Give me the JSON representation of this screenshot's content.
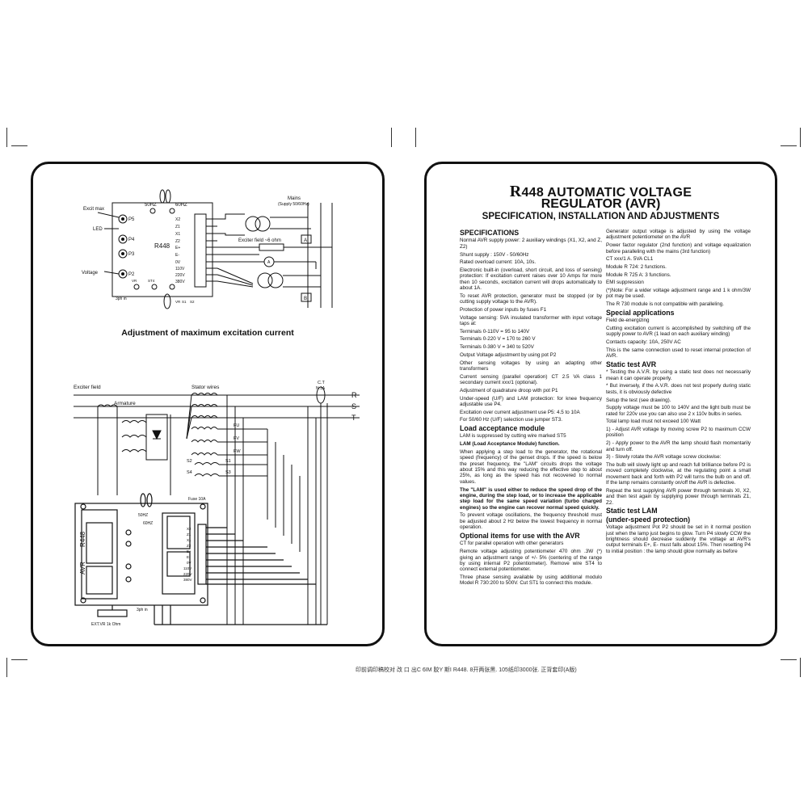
{
  "diagram_top": {
    "labels": {
      "excit_max": "Excit max",
      "led": "LED",
      "voltage": "Voltage",
      "hz50": "50HZ",
      "hz60": "60HZ",
      "model": "R448",
      "p5": "P5",
      "p4": "P4",
      "p3": "P3",
      "p2": "P2",
      "mains": "Mains",
      "supply": "(Supply 50/60Hz)",
      "exciter_field": "Exciter field ~6 ohm",
      "a_box": "A",
      "a_meter": "A",
      "b_box": "B",
      "ph3": "3ph in",
      "bottom_pins": [
        "VR",
        "ST4",
        "VR",
        "S1",
        "S2"
      ],
      "terminals": [
        "X2",
        "Z1",
        "X1",
        "Z2",
        "E+",
        "E-",
        "0V",
        "110V",
        "220V",
        "380V"
      ]
    },
    "caption": "Adjustment of maximum excitation current"
  },
  "diagram_bottom": {
    "labels": {
      "exciter_field": "Exciter field",
      "armature": "Armature",
      "stator_wires": "Stator wires",
      "ct": "C.T",
      "ct_ratio": "N:1A",
      "r": "R",
      "s": "S",
      "t": "T",
      "fu": "FU",
      "fv": "FV",
      "fw": "FW",
      "s2": "S2",
      "s1": "S1",
      "s4": "S4",
      "s3": "S3",
      "fuse": "Fuse 10A",
      "avr": "AVR",
      "model": "R448",
      "hz50": "50HZ",
      "hz60": "60HZ",
      "ph3": "3ph in",
      "ext_vr": "EXT.VR 1k Ohm",
      "terminals": [
        "X2",
        "Z1",
        "X1",
        "Z2",
        "E+",
        "E-",
        "0V",
        "110V",
        "220V",
        "380V"
      ]
    }
  },
  "doc": {
    "title_prefix": "R",
    "title_main": "448  AUTOMATIC VOLTAGE",
    "title_line2": "REGULATOR (AVR)",
    "subtitle": "SPECIFICATION, INSTALLATION AND ADJUSTMENTS",
    "col1": [
      {
        "h": "SPECIFICATIONS"
      },
      {
        "p": "Normal AVR supply power: 2 auxiliary windings (X1, X2, and Z, Z2)"
      },
      {
        "p": "Shunt supply : 150V - 50/60Hz"
      },
      {
        "p": "Rated overload current: 10A, 10s."
      },
      {
        "p": "Electronic built-in (overload, short circuit, and loss of sensing) protection: If excitation current raises over 10 Amps for more then 10 seconds, excitation current will drops automatically to about 1A."
      },
      {
        "p": "To reset AVR protection, generator must be stopped (or by cutting supply voltage to the AVR)."
      },
      {
        "p": "Protection of power inputs by fuses F1"
      },
      {
        "p": "Voltage sensing: 5VA insulated transformer with input voltage taps at:"
      },
      {
        "p": "Terminals 0-110V = 95 to 140V"
      },
      {
        "p": "Terminals 0-220 V = 170 to 260 V"
      },
      {
        "p": "Terminals 0-380 V = 340 to 520V"
      },
      {
        "p": "Output Voltage adjustment by using pot P2"
      },
      {
        "p": "Other sensing voltages by using an adapting other transformers"
      },
      {
        "p": "Current sensing (parallel operation) CT 2.5 VA class 1 secondary current xxx/1 (optional)."
      },
      {
        "p": "Adjustment of quadrature droop with pot P1"
      },
      {
        "p": "Under-speed (U/F) and LAM protection: for knee frequency adjustable use P4."
      },
      {
        "p": "Excitation over current adjustment use P5: 4.5 to 10A"
      },
      {
        "p": "For 50/60 Hz (U/F) selection use jumper ST3."
      },
      {
        "h": "Load acceptance module"
      },
      {
        "p": "LAM is suppressed by cutting wire marked ST5"
      },
      {
        "pb": "LAM (Load Acceptance Module) function."
      },
      {
        "p": "When applying a step load to the generator, the rotational speed (frequency) of the genset drops. If the speed is below the preset frequency, the \"LAM\" circuits drops the voltage about 15% and this way reducing the effective step to about 25%, as long as the speed has not recovered to normal values."
      },
      {
        "pb": "The \"LAM\" is used either to reduce the speed drop of the engine, during the step load, or to increase the applicable step load for the same speed variation (turbo charged engines) so the engine can recover normal speed quickly."
      },
      {
        "p": "To prevent voltage oscillations, the frequency threshold must be adjusted about 2 Hz below the lowest frequency in normal operation."
      },
      {
        "h": "Optional items for use with the AVR"
      },
      {
        "p": "CT for parallel operation with other generators"
      },
      {
        "p": "Remote voltage adjusting potentiometer 470 ohm .3W (*) giving an adjustment range of +/- 5% (centering of the range by using internal P2 potentiometer). Remove wire ST4 to connect external potentiometer."
      },
      {
        "p": "Three phase sensing available by using additional modulo Model R 730:200 to 500V. Cut ST1 to connect this module."
      }
    ],
    "col2": [
      {
        "p": "Generator output voltage is adjusted by using the voltage adjustment potentiometer on the AVR"
      },
      {
        "p": "Power factor regulator (2nd function) and voltage equalization before paralleling with the mains (3rd function)"
      },
      {
        "p": "CT xxx/1 A. 5VA CL1"
      },
      {
        "p": "Module R 724: 2 functions."
      },
      {
        "p": "Module R 725 A: 3 functions."
      },
      {
        "p": "EMI suppression"
      },
      {
        "p": "(*)Note: For a wider voltage adjustment range and 1 k ohm/3W pot may be used."
      },
      {
        "p": "The R 730 module is not compatible with paralleling."
      },
      {
        "h": "Special applications"
      },
      {
        "p": "Field de-energizing"
      },
      {
        "p": "Cutting excitation current is accomplished by switching off the supply power to AVR (1 lead on each auxiliary winding)"
      },
      {
        "p": "Contacts capacity: 10A, 250V AC"
      },
      {
        "p": "This is the same connection used to reset internal protection of AVR."
      },
      {
        "h": "Static test AVR"
      },
      {
        "p": "* Testing the A.V.R. by using a static test does not necessarily mean it can operate properly."
      },
      {
        "p": "* But inversely, if the A.V.R. does not test properly during static tests, it is obviously defective"
      },
      {
        "p": "Setup the test (see drawing)."
      },
      {
        "p": "Supply voltage must be 100 to 140V and the light bulb must be rated for 220v use you can also use 2 x 110v bulbs in series."
      },
      {
        "p": "Total lamp load must not exceed 100 Watt"
      },
      {
        "p": "1) - Adjust AVR voltage by moving screw P2 to maximum CCW position"
      },
      {
        "p": "2) - Apply power to the AVR the lamp should flash momentarily and turn off."
      },
      {
        "p": "3) - Slowly rotate the AVR voltage screw clockwise:"
      },
      {
        "p": "The bulb will slowly light up and reach full brilliance before P2 is moved completely clockwise, at the regulating point a small movement back and forth with P2 will turns the bulb on and off. If the lamp remains constantly on/off the AVR is defective."
      },
      {
        "p": "Repeat the test supplying AVR power through terminals XI, X2, and then test again by supplying power through terminals Z1, Z2."
      },
      {
        "h": "Static test LAM"
      },
      {
        "h": "(under-speed protection)"
      },
      {
        "p": "Voltage adjustment Pot P2 should be set in it normal position just when the lamp just begins to glow. Turn P4 slowly CCW the brightness should decrease suddenly the voltage at AVR's output terminals E+, E- must falls about 15%. Then resetting P4 to initial position : the lamp should glow normally as before"
      }
    ]
  },
  "footer": "印前调印稿校对   改 口   出C 6IM 胶Y 斯I  R448. 8开两张黑. 105纸印3000张. 正背套印(A版)"
}
